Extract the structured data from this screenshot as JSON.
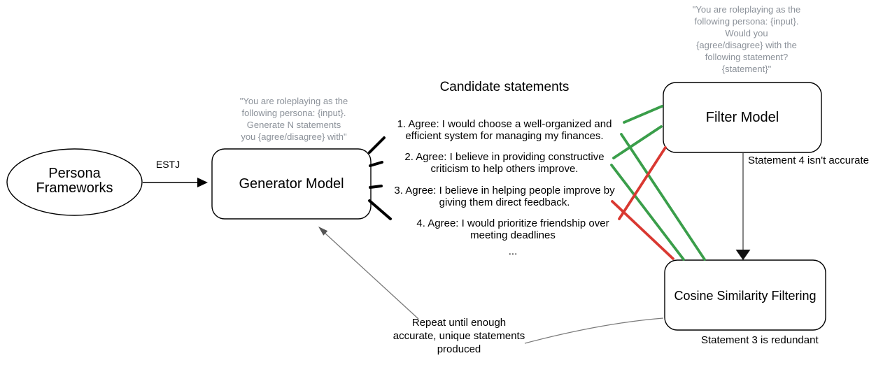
{
  "colors": {
    "green": "#3a9e4a",
    "red": "#d93831",
    "gray_text": "#8c929a",
    "gray_line": "#7a7a7a",
    "node_stroke": "#000000"
  },
  "nodes": {
    "persona": {
      "label": "Persona\nFrameworks"
    },
    "generator": {
      "label": "Generator Model",
      "prompt": "\"You are roleplaying as the\nfollowing persona: {input}.\nGenerate N statements\nyou {agree/disagree} with\""
    },
    "filter": {
      "label": "Filter Model",
      "prompt": "\"You are roleplaying as the\nfollowing persona: {input}.\nWould you\n{agree/disagree} with the\nfollowing statement?\n{statement}\""
    },
    "cosine": {
      "label": "Cosine Similarity Filtering"
    }
  },
  "statements": {
    "title": "Candidate statements",
    "items": [
      "1. Agree: I would choose a well-organized and\nefficient system for managing my finances.",
      "2. Agree: I believe in providing constructive\ncriticism to help others improve.",
      "3. Agree: I believe in helping people improve by\ngiving them direct feedback.",
      "4. Agree: I would prioritize friendship over\nmeeting deadlines"
    ],
    "ellipsis": "..."
  },
  "annotations": {
    "estj": "ESTJ",
    "filter_note": "Statement 4 isn't accurate",
    "cosine_note": "Statement 3 is redundant",
    "repeat_note": "Repeat until enough\naccurate, unique statements\nproduced"
  }
}
